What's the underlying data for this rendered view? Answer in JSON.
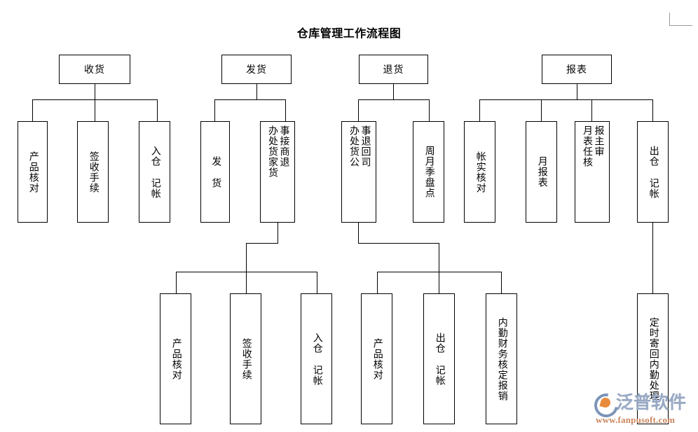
{
  "title": "仓库管理工作流程图",
  "watermark": {
    "brand": "泛普软件",
    "url": "www.fanpusoft.com"
  },
  "chart_data": {
    "type": "diagram",
    "title": "仓库管理工作流程图",
    "diagram_kind": "organizational-flowchart",
    "orientation": "top-down",
    "branches": [
      {
        "id": "shouhuo",
        "header": "收货",
        "children": [
          "产品核对",
          "签收手续",
          "入仓 记帐"
        ]
      },
      {
        "id": "fahuo",
        "header": "发货",
        "children": [
          "发 货",
          "接商家退货/办事处处理货"
        ],
        "sub_children": [
          "产品核对",
          "签收手续",
          "入仓 记帐"
        ]
      },
      {
        "id": "tuihuo",
        "header": "退货",
        "children": [
          "退回公司/办事处处理货",
          "周月季盘点"
        ],
        "sub_children": [
          "产品核对",
          "出仓 记帐",
          "内勤财务核定报销"
        ]
      },
      {
        "id": "baobiao",
        "header": "报表",
        "children": [
          "帐实核对",
          "月报表",
          "月报表主任审核",
          "出仓 记帐"
        ],
        "sub_children": [
          "定时寄回内勤处理"
        ]
      }
    ]
  },
  "nodes": {
    "header_shouhuo": "收货",
    "header_fahuo": "发货",
    "header_tuihuo": "退货",
    "header_baobiao": "报表",
    "shouhuo_1": "产品核对",
    "shouhuo_2": "签收手续",
    "shouhuo_3": "入仓 记帐",
    "fahuo_1": "发 货",
    "fahuo_2_right": "事接商退",
    "fahuo_2_left": "办处货家货",
    "tuihuo_1_right": "事退回司",
    "tuihuo_1_left": "办处货公",
    "tuihuo_2": "周月季盘点",
    "baobiao_1": "帐实核对",
    "baobiao_2": "月报表",
    "baobiao_3_right": "报主审",
    "baobiao_3_left": "月表任核",
    "baobiao_4": "出仓 记帐",
    "fahuo_sub_1": "产品核对",
    "fahuo_sub_2": "签收手续",
    "fahuo_sub_3": "入仓 记帐",
    "tuihuo_sub_1": "产品核对",
    "tuihuo_sub_2": "出仓 记帐",
    "tuihuo_sub_3": "内勤财务核定报销",
    "baobiao_sub_1": "定时寄回内勤处理"
  },
  "colors": {
    "stroke": "#000000",
    "background": "#ffffff",
    "watermark_blue": "#98a9c4",
    "watermark_orange": "#e98b3c",
    "watermark_url": "#c9845c"
  }
}
